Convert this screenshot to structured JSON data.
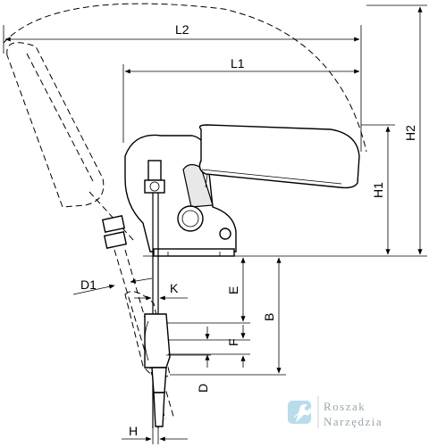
{
  "drawing": {
    "dimensions": {
      "l2": "L2",
      "l1": "L1",
      "h1": "H1",
      "h2": "H2",
      "d1": "D1",
      "k": "K",
      "e": "E",
      "b": "B",
      "f": "F",
      "d": "D",
      "h": "H"
    }
  },
  "brand": {
    "line1": "Roszak",
    "line2": "Narzędzia",
    "icon": "wrench-icon",
    "icon_color": "#b9dcea",
    "text_color": "#9aa7ad"
  }
}
